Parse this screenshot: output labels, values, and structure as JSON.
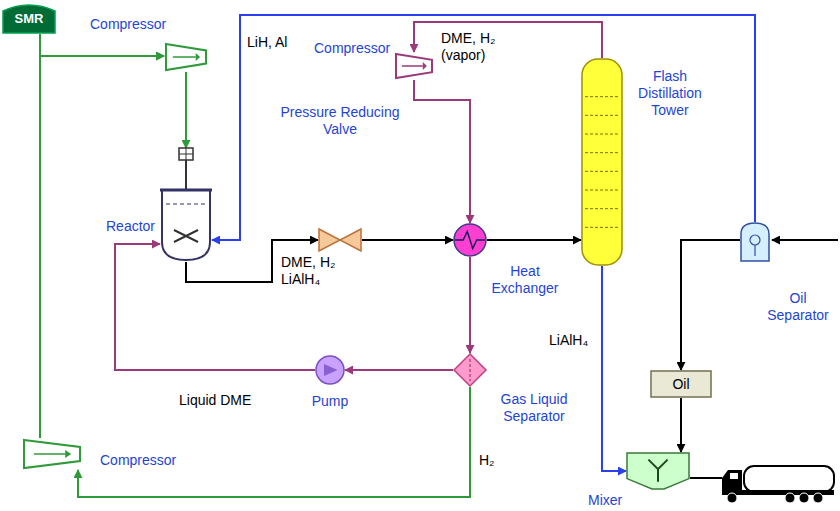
{
  "diagram": {
    "nodes": [
      {
        "text": [
          "SMR"
        ]
      },
      {
        "text": [
          "Compressor"
        ]
      },
      {
        "text": [
          "Reactor"
        ]
      },
      {
        "text": [
          "Pressure Reducing Valve"
        ]
      },
      {
        "text": [
          "Compressor"
        ]
      },
      {
        "text": [
          "Heat Exchanger"
        ]
      },
      {
        "text": [
          "Flash Distillation Tower"
        ]
      },
      {
        "text": [
          "Oil Separator"
        ]
      },
      {
        "text": [
          "Oil"
        ]
      },
      {
        "text": [
          "Pump"
        ]
      },
      {
        "text": [
          "Gas Liquid Separator"
        ]
      },
      {
        "text": [
          "Compressor"
        ]
      },
      {
        "text": [
          "Mixer"
        ]
      }
    ],
    "edges": [
      {
        "from": 0,
        "to": 1,
        "arrow": "to"
      },
      {
        "from": 11,
        "to": 1,
        "arrow": "to"
      },
      {
        "from": 1,
        "to": 2,
        "arrow": "to"
      },
      {
        "from": 2,
        "to": 3,
        "label": "DME, H₂ LiAlH₄",
        "arrow": "to"
      },
      {
        "from": 3,
        "to": 5,
        "arrow": "to"
      },
      {
        "from": 5,
        "to": 6,
        "arrow": "to"
      },
      {
        "from": 6,
        "to": 4,
        "label": "DME, H₂ (vapor)",
        "arrow": "to"
      },
      {
        "from": 4,
        "to": 5,
        "arrow": "to"
      },
      {
        "from": 5,
        "to": 10,
        "arrow": "to"
      },
      {
        "from": 10,
        "to": 9,
        "arrow": "to"
      },
      {
        "from": 9,
        "to": 2,
        "label": "Liquid DME",
        "arrow": "to"
      },
      {
        "from": 10,
        "to": 11,
        "label": "H₂",
        "arrow": "to"
      },
      {
        "from": 6,
        "to": 12,
        "label": "LiAlH₄",
        "arrow": "to"
      },
      {
        "from": 7,
        "to": 2,
        "label": "LiH, Al",
        "arrow": "to"
      },
      {
        "from": 7,
        "to": 8,
        "arrow": "to"
      },
      {
        "from": 8,
        "to": 12,
        "arrow": "to"
      }
    ]
  }
}
